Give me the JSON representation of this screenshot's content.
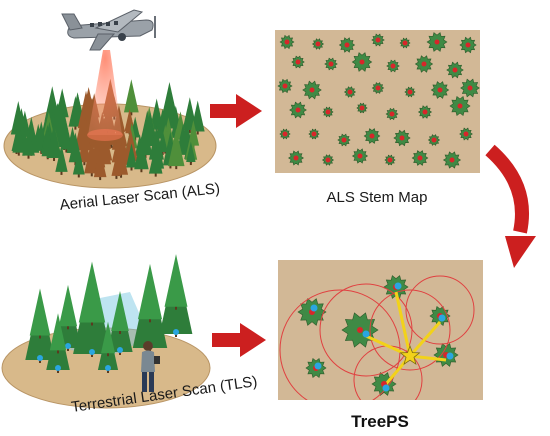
{
  "figure": {
    "als_caption": "Aerial Laser Scan (ALS)",
    "tls_caption": "Terrestrial Laser Scan (TLS)",
    "stem_map_caption": "ALS Stem Map",
    "result_caption": "TreePS"
  },
  "colors": {
    "ground": "#d8b98a",
    "panel": "#d2b896",
    "tree_green": "#2e7d3a",
    "tree_brown": "#9c5a2c",
    "arrow_red": "#cc1f1f",
    "stem_red": "#d8262a",
    "tls_blue": "#2aa6e0",
    "match_yellow": "#f2d21a",
    "circle_red": "#e04040"
  },
  "icons": [
    "airplane-icon",
    "laser-beam-icon",
    "person-icon",
    "star-icon"
  ]
}
